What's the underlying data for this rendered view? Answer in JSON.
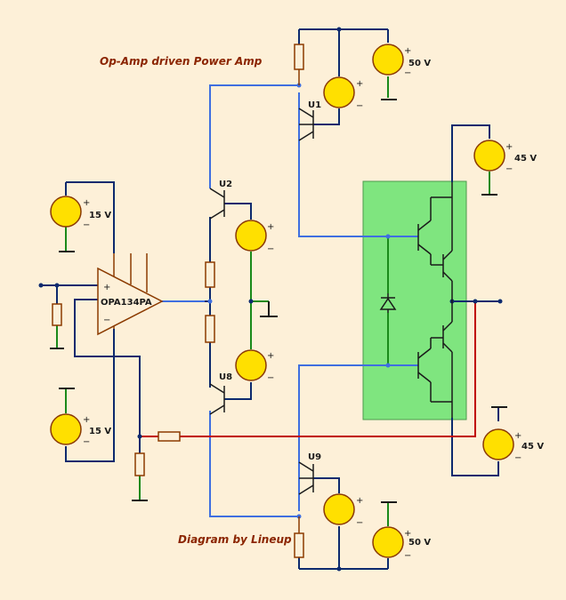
{
  "title": "Op-Amp driven Power Amp",
  "credit": "Diagram by Lineup",
  "opamp": {
    "label": "OPA134PA",
    "plus": "+",
    "minus": "−"
  },
  "transistors": {
    "u1": "U1",
    "u2": "U2",
    "u8": "U8",
    "u9": "U9"
  },
  "sources": {
    "top_opamp": "15 V",
    "bottom_opamp": "15 V",
    "top_rail": "50 V",
    "bottom_rail": "50 V",
    "top_output": "45 V",
    "bottom_output": "45 V"
  },
  "colors": {
    "background": "#fdf0d8",
    "wire_dark": "#0d2a6e",
    "wire_blue": "#3f6fe0",
    "wire_red": "#c00000",
    "wire_green": "#1a8a1a",
    "component": "#8b3a00",
    "module_fill": "#7fe57f",
    "source_fill": "#ffe000"
  }
}
